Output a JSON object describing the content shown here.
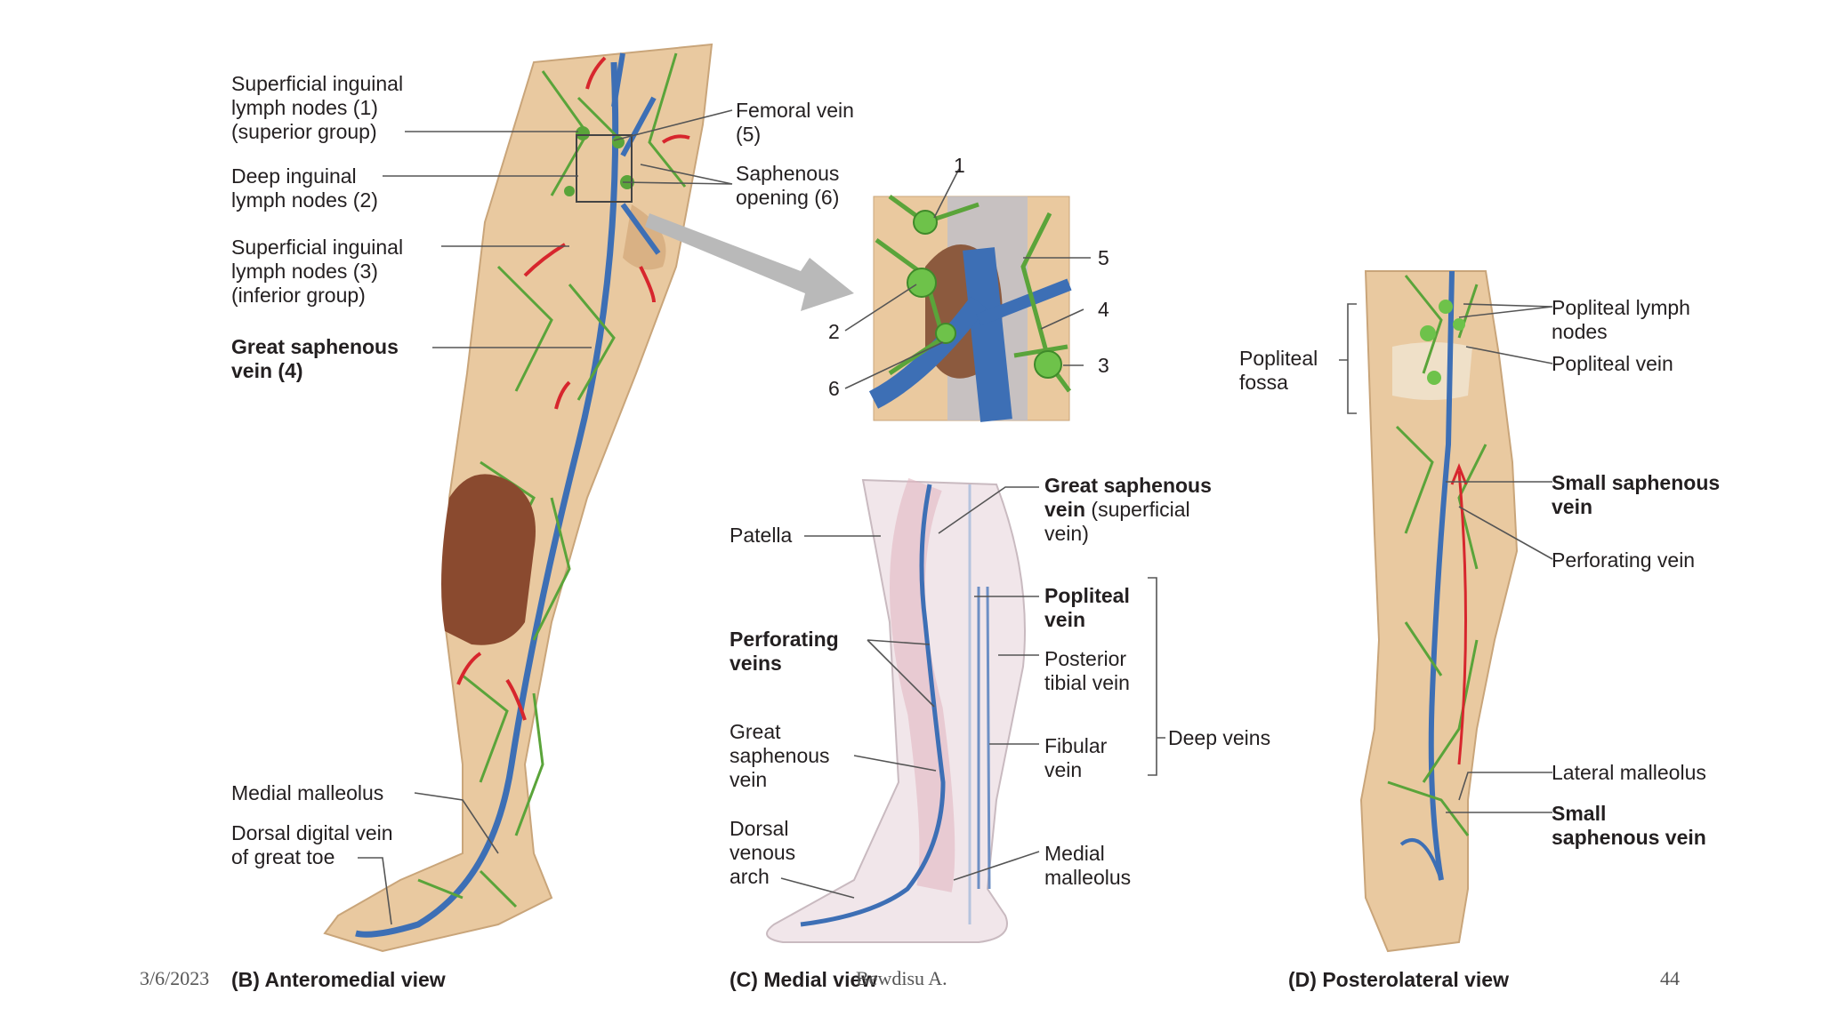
{
  "panel_b": {
    "caption": "(B) Anteromedial view",
    "labels": {
      "sup_inguinal_superior": [
        "Superficial inguinal",
        "lymph nodes (1)",
        "(superior group)"
      ],
      "deep_inguinal": [
        "Deep inguinal",
        "lymph nodes (2)"
      ],
      "sup_inguinal_inferior": [
        "Superficial inguinal",
        "lymph nodes (3)",
        "(inferior group)"
      ],
      "great_saphenous": [
        "Great saphenous",
        "vein (4)"
      ],
      "femoral_vein": [
        "Femoral vein",
        "(5)"
      ],
      "saphenous_opening": [
        "Saphenous",
        "opening (6)"
      ],
      "medial_malleolus": "Medial malleolus",
      "dorsal_digital": [
        "Dorsal digital vein",
        "of great toe"
      ]
    }
  },
  "inset": {
    "numbers": [
      "1",
      "2",
      "3",
      "4",
      "5",
      "6"
    ]
  },
  "panel_c": {
    "caption": "(C) Medial view",
    "labels": {
      "patella": "Patella",
      "great_saphenous_bold": "Great saphenous",
      "vein_bold": "vein",
      "superficial": "(superficial",
      "vein_paren": "vein)",
      "popliteal": [
        "Popliteal",
        "vein"
      ],
      "perforating": [
        "Perforating",
        "veins"
      ],
      "posterior_tibial": [
        "Posterior",
        "tibial vein"
      ],
      "great_saphenous_vein": [
        "Great",
        "saphenous",
        "vein"
      ],
      "fibular": [
        "Fibular",
        "vein"
      ],
      "deep_veins": "Deep veins",
      "dorsal_venous": [
        "Dorsal",
        "venous",
        "arch"
      ],
      "medial_malleolus": [
        "Medial",
        "malleolus"
      ]
    }
  },
  "panel_d": {
    "caption": "(D) Posterolateral view",
    "labels": {
      "popliteal_lymph": [
        "Popliteal lymph",
        "nodes"
      ],
      "popliteal_fossa": [
        "Popliteal",
        "fossa"
      ],
      "popliteal_vein": "Popliteal vein",
      "small_saphenous": [
        "Small saphenous",
        "vein"
      ],
      "perforating_vein": "Perforating vein",
      "lateral_malleolus": "Lateral malleolus",
      "small_saphenous_vein": [
        "Small",
        "saphenous vein"
      ]
    }
  },
  "footer": {
    "date": "3/6/2023",
    "author": "Bewdisu A.",
    "page": "44"
  },
  "colors": {
    "skin": "#e9c9a0",
    "lymph": "#5aa43a",
    "vein": "#3d6fb5",
    "arrow_red": "#d7262d",
    "hand": "#8a4a2f"
  }
}
